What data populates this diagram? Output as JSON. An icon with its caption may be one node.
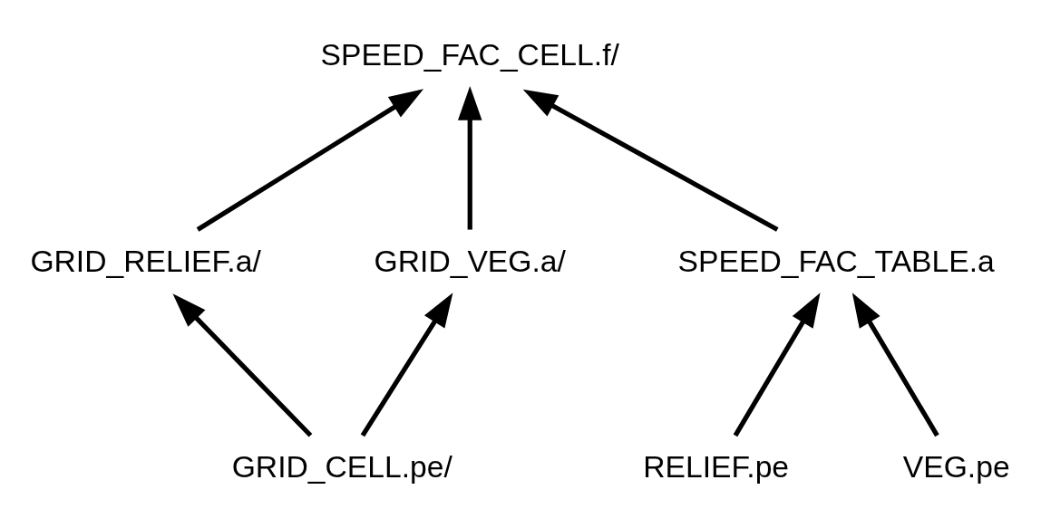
{
  "diagram": {
    "nodes": [
      {
        "text": [
          "SPEED_FAC_CELL.f/"
        ]
      },
      {
        "text": [
          "GRID_RELIEF.a/"
        ]
      },
      {
        "text": [
          "GRID_VEG.a/"
        ]
      },
      {
        "text": [
          "SPEED_FAC_TABLE.a"
        ]
      },
      {
        "text": [
          "GRID_CELL.pe/"
        ]
      },
      {
        "text": [
          "RELIEF.pe"
        ]
      },
      {
        "text": [
          "VEG.pe"
        ]
      }
    ],
    "edges": [
      {
        "from": 1,
        "to": 0,
        "arrow": "to"
      },
      {
        "from": 2,
        "to": 0,
        "arrow": "to"
      },
      {
        "from": 3,
        "to": 0,
        "arrow": "to"
      },
      {
        "from": 4,
        "to": 1,
        "arrow": "to"
      },
      {
        "from": 4,
        "to": 2,
        "arrow": "to"
      },
      {
        "from": 5,
        "to": 3,
        "arrow": "to"
      },
      {
        "from": 6,
        "to": 3,
        "arrow": "to"
      }
    ]
  }
}
